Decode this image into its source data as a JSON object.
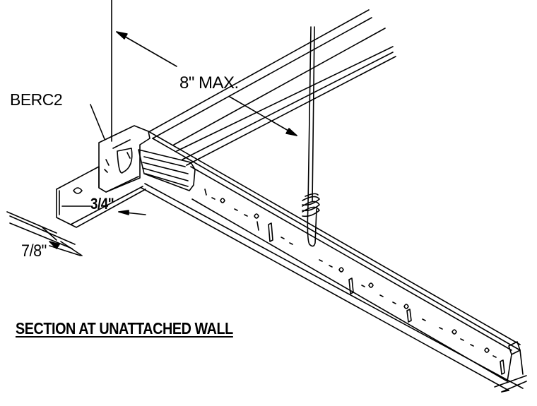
{
  "labels": {
    "part": "BERC2",
    "spacing": "8\" MAX.",
    "offset": "3/4\"",
    "flange": "7/8\"",
    "title": "SECTION AT UNATTACHED WALL"
  },
  "colors": {
    "line": "#000000",
    "background": "#ffffff"
  }
}
